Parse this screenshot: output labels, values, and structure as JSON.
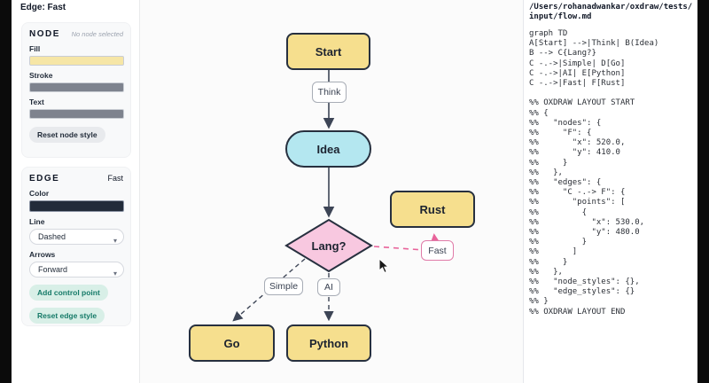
{
  "header": {
    "selected_edge": "Edge: Fast"
  },
  "node_panel": {
    "title": "NODE",
    "status": "No node selected",
    "fill_label": "Fill",
    "fill_color": "#f6e6a6",
    "stroke_label": "Stroke",
    "stroke_color": "#7e838e",
    "text_label": "Text",
    "text_color": "#7e838e",
    "reset_button": "Reset node style"
  },
  "edge_panel": {
    "title": "EDGE",
    "badge": "Fast",
    "color_label": "Color",
    "color_value": "#222b3a",
    "line_label": "Line",
    "line_value": "Dashed",
    "arrows_label": "Arrows",
    "arrows_value": "Forward",
    "add_control_button": "Add control point",
    "reset_button": "Reset edge style"
  },
  "diagram": {
    "nodes": [
      {
        "id": "A",
        "label": "Start",
        "shape": "rect",
        "fill": "#f6df8e"
      },
      {
        "id": "B",
        "label": "Idea",
        "shape": "stadium",
        "fill": "#b4e7f0"
      },
      {
        "id": "C",
        "label": "Lang?",
        "shape": "diamond",
        "fill": "#f8c8e0"
      },
      {
        "id": "F",
        "label": "Rust",
        "shape": "rect",
        "fill": "#f6df8e"
      },
      {
        "id": "D",
        "label": "Go",
        "shape": "rect",
        "fill": "#f6df8e"
      },
      {
        "id": "E",
        "label": "Python",
        "shape": "rect",
        "fill": "#f6df8e"
      }
    ],
    "edge_labels": [
      {
        "edge": "A->B",
        "label": "Think"
      },
      {
        "edge": "C->D",
        "label": "Simple"
      },
      {
        "edge": "C->E",
        "label": "AI"
      },
      {
        "edge": "C->F",
        "label": "Fast",
        "selected": true
      }
    ],
    "edge_color_default": "#3d4556",
    "edge_color_selected": "#e8639a"
  },
  "code_panel": {
    "file_path": "/Users/rohanadwankar/oxdraw/tests/input/flow.md",
    "code_lines": [
      "graph TD",
      "A[Start] -->|Think| B(Idea)",
      "B --> C{Lang?}",
      "C -.->|Simple| D[Go]",
      "C -.->|AI| E[Python]",
      "C -.->|Fast| F[Rust]",
      "",
      "%% OXDRAW LAYOUT START",
      "%% {",
      "%%   \"nodes\": {",
      "%%     \"F\": {",
      "%%       \"x\": 520.0,",
      "%%       \"y\": 410.0",
      "%%     }",
      "%%   },",
      "%%   \"edges\": {",
      "%%     \"C -.-> F\": {",
      "%%       \"points\": [",
      "%%         {",
      "%%           \"x\": 530.0,",
      "%%           \"y\": 480.0",
      "%%         }",
      "%%       ]",
      "%%     }",
      "%%   },",
      "%%   \"node_styles\": {},",
      "%%   \"edge_styles\": {}",
      "%% }",
      "%% OXDRAW LAYOUT END"
    ]
  }
}
